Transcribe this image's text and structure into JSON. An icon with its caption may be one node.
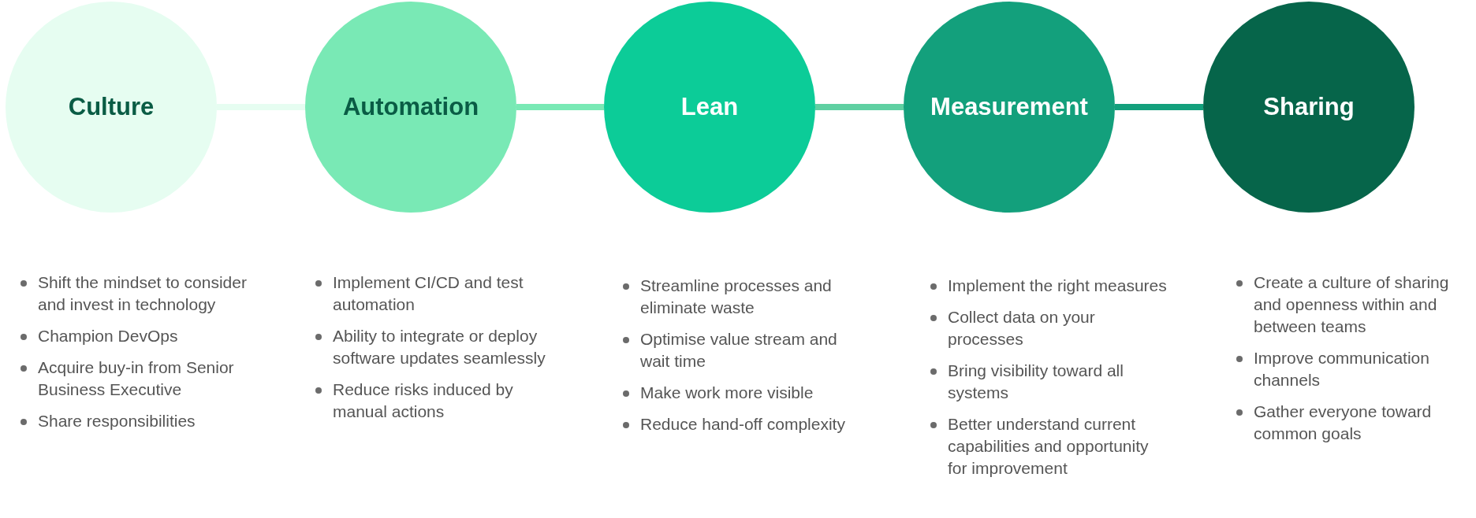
{
  "diagram": {
    "nodes": [
      {
        "text": [
          "Culture"
        ],
        "beside": [
          "Shift the mindset to consider and invest in technology",
          "Champion DevOps",
          "Acquire buy-in from Senior Business Executive",
          "Share responsibilities"
        ]
      },
      {
        "text": [
          "Automation"
        ],
        "beside": [
          "Implement CI/CD and test automation",
          "Ability to integrate or deploy software updates seamlessly",
          "Reduce risks induced by manual actions"
        ]
      },
      {
        "text": [
          "Lean"
        ],
        "beside": [
          "Streamline processes and eliminate waste",
          "Optimise value stream and wait time",
          "Make work more visible",
          "Reduce hand-off complexity"
        ]
      },
      {
        "text": [
          "Measurement"
        ],
        "beside": [
          "Implement the right measures",
          "Collect data on your processes",
          "Bring visibility toward all systems",
          "Better understand current capabilities and opportunity for improvement"
        ]
      },
      {
        "text": [
          "Sharing"
        ],
        "beside": [
          "Create a culture of sharing and openness within and between teams",
          "Improve communication channels",
          "Gather everyone toward common goals"
        ]
      }
    ],
    "edges": [
      {
        "from": 0,
        "to": 1,
        "arrow": "none",
        "color": "#e6fdf1"
      },
      {
        "from": 1,
        "to": 2,
        "arrow": "none",
        "color": "#79e9b5"
      },
      {
        "from": 2,
        "to": 3,
        "arrow": "none",
        "color": "#5fd0a2"
      },
      {
        "from": 3,
        "to": 4,
        "arrow": "none",
        "color": "#13a07c"
      }
    ]
  }
}
